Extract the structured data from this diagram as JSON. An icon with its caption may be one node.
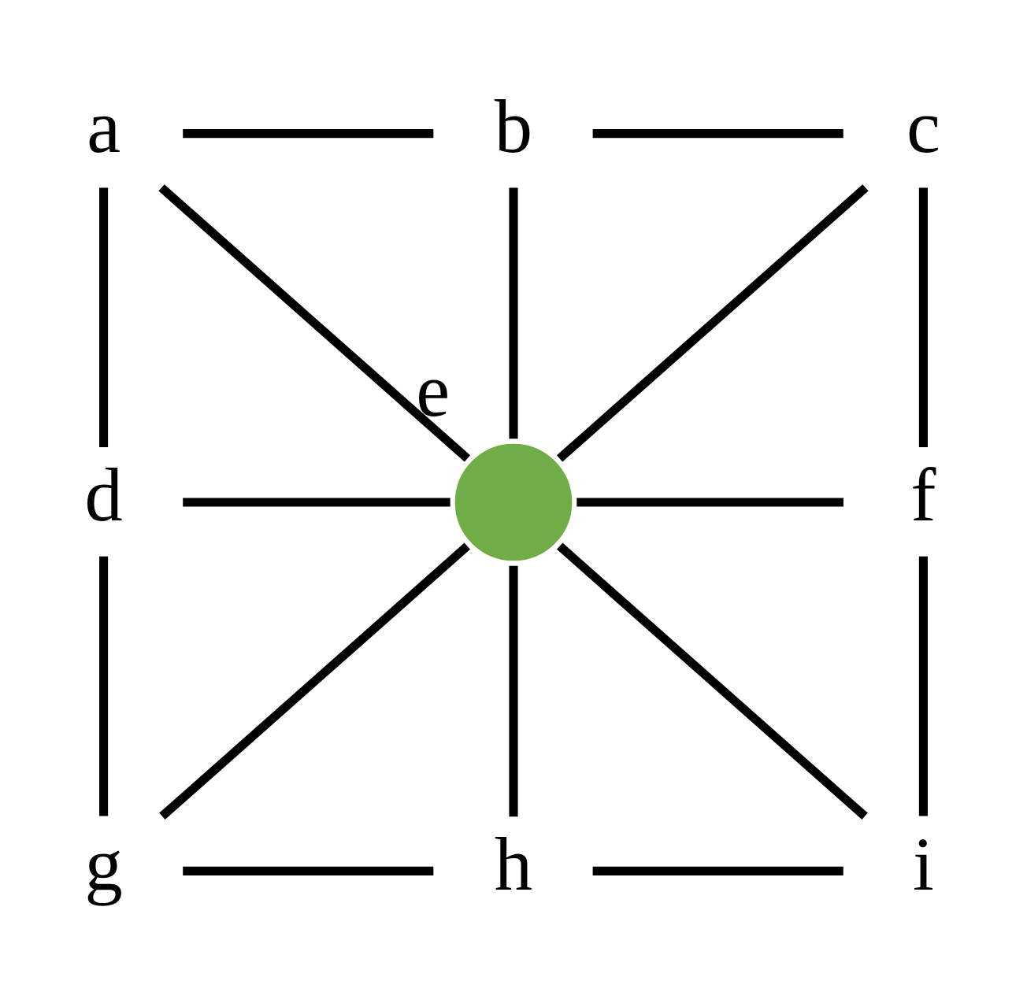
{
  "diagram": {
    "nodes": [
      {
        "text": [
          "a"
        ]
      },
      {
        "text": [
          "b"
        ]
      },
      {
        "text": [
          "c"
        ]
      },
      {
        "text": [
          "d"
        ]
      },
      {
        "text": [],
        "shape": "circle",
        "beside": [
          "e"
        ]
      },
      {
        "text": [
          "f"
        ]
      },
      {
        "text": [
          "g"
        ]
      },
      {
        "text": [
          "h"
        ]
      },
      {
        "text": [
          "i"
        ]
      }
    ],
    "edges": [
      {
        "from": 0,
        "to": 1,
        "arrow": "none"
      },
      {
        "from": 1,
        "to": 2,
        "arrow": "none"
      },
      {
        "from": 0,
        "to": 3,
        "arrow": "none"
      },
      {
        "from": 1,
        "to": 4,
        "arrow": "none"
      },
      {
        "from": 2,
        "to": 5,
        "arrow": "none"
      },
      {
        "from": 0,
        "to": 4,
        "arrow": "none"
      },
      {
        "from": 2,
        "to": 4,
        "arrow": "none"
      },
      {
        "from": 3,
        "to": 4,
        "arrow": "none"
      },
      {
        "from": 4,
        "to": 5,
        "arrow": "none"
      },
      {
        "from": 3,
        "to": 6,
        "arrow": "none"
      },
      {
        "from": 4,
        "to": 7,
        "arrow": "none"
      },
      {
        "from": 5,
        "to": 8,
        "arrow": "none"
      },
      {
        "from": 4,
        "to": 6,
        "arrow": "none"
      },
      {
        "from": 4,
        "to": 8,
        "arrow": "none"
      },
      {
        "from": 6,
        "to": 7,
        "arrow": "none"
      },
      {
        "from": 7,
        "to": 8,
        "arrow": "none"
      }
    ]
  }
}
